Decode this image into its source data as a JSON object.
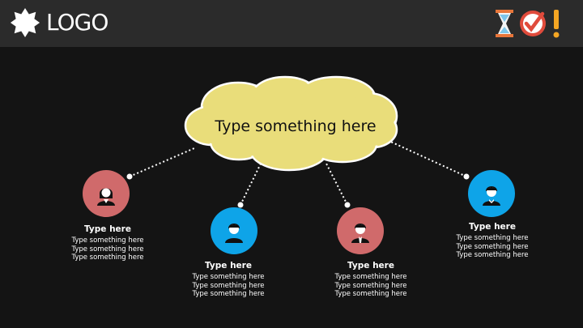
{
  "header": {
    "logo_text": "LOGO",
    "icons": [
      "star-burst-icon",
      "hourglass-icon",
      "check-circle-icon",
      "exclamation-icon"
    ]
  },
  "colors": {
    "background": "#141414",
    "header": "#2b2b2b",
    "cloud": "#e9dd7a",
    "pink": "#d06a6b",
    "blue": "#0ea4e8"
  },
  "cloud": {
    "text": "Type something here"
  },
  "nodes": [
    {
      "title": "Type here",
      "lines": [
        "Type something here",
        "Type something here",
        "Type something here"
      ],
      "color": "pink",
      "icon": "female-user-icon"
    },
    {
      "title": "Type here",
      "lines": [
        "Type something here",
        "Type something here",
        "Type something here"
      ],
      "color": "blue",
      "icon": "male-user-icon"
    },
    {
      "title": "Type here",
      "lines": [
        "Type something here",
        "Type something here",
        "Type something here"
      ],
      "color": "pink",
      "icon": "male-suit-user-icon"
    },
    {
      "title": "Type here",
      "lines": [
        "Type something here",
        "Type something here",
        "Type something here"
      ],
      "color": "blue",
      "icon": "male-tie-user-icon"
    }
  ]
}
